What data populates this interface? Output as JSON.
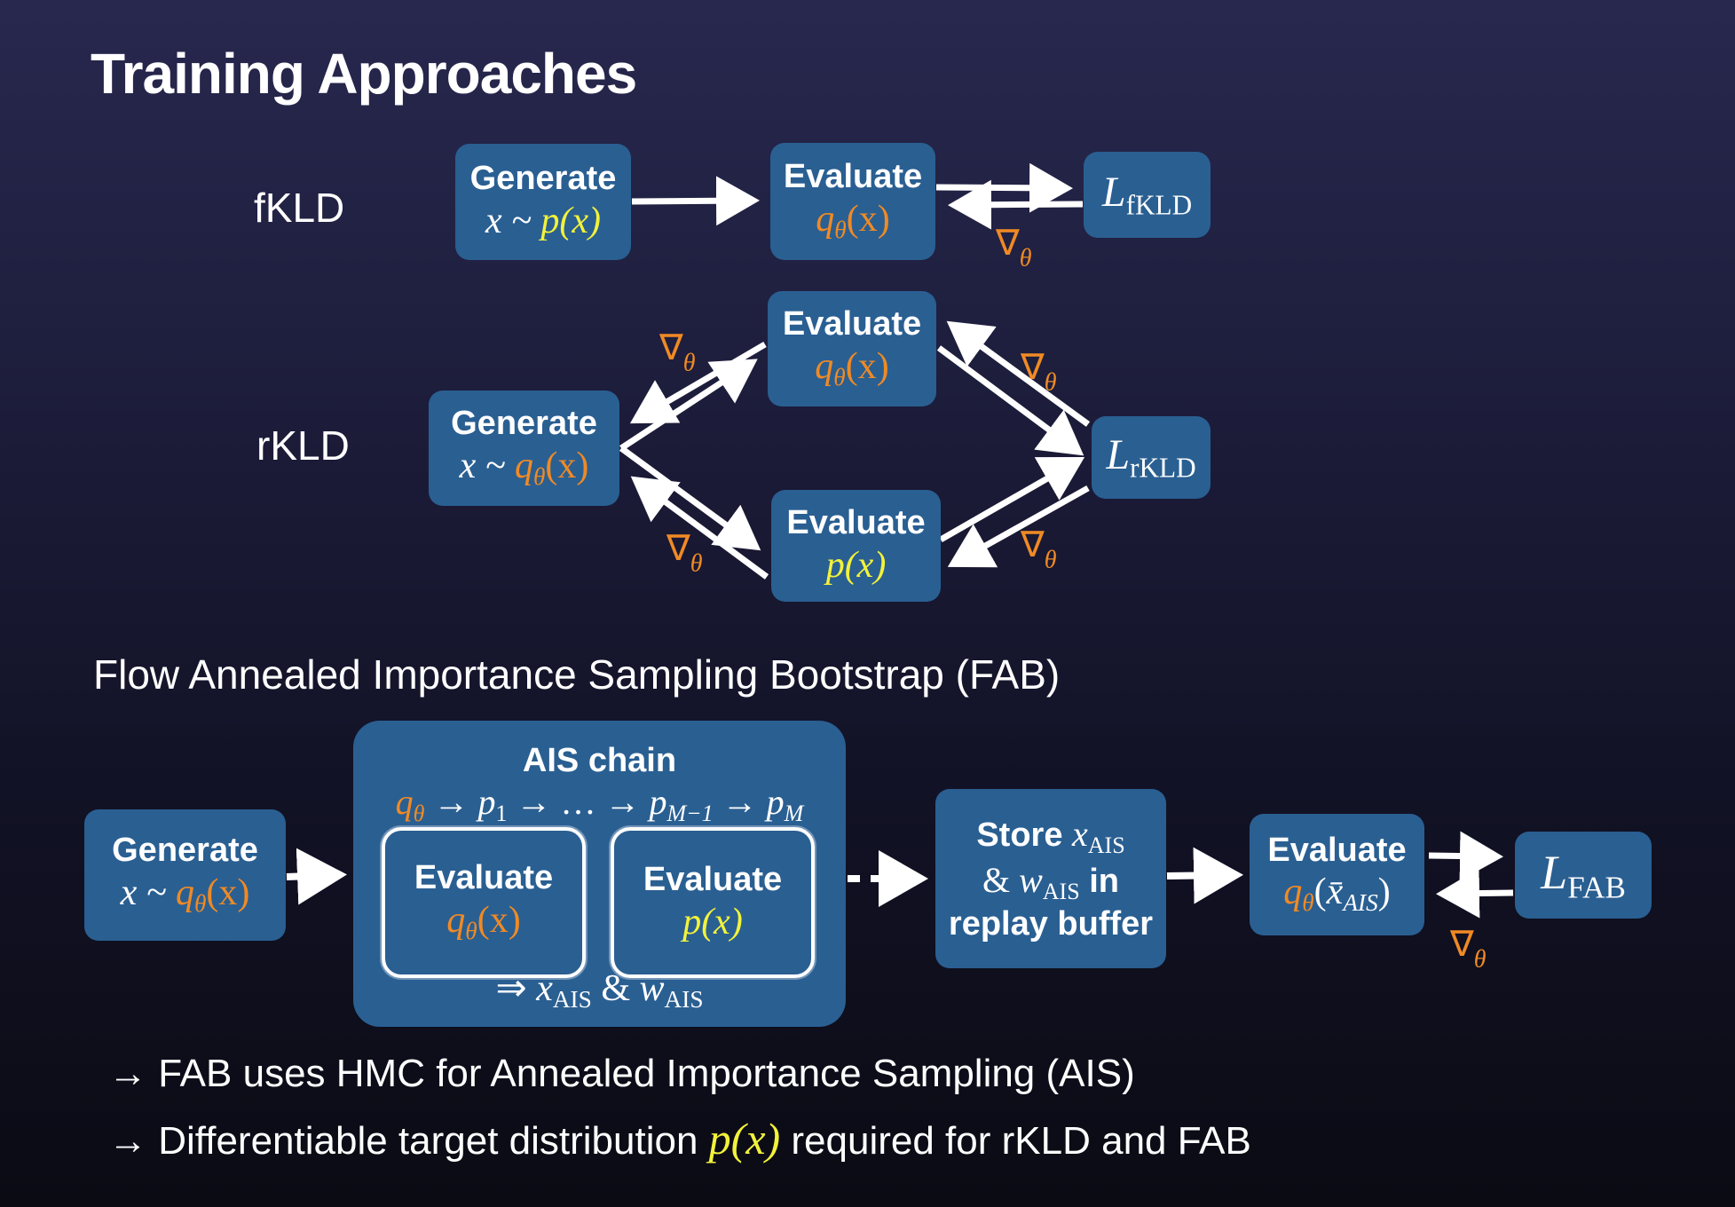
{
  "title": "Training Approaches",
  "fkld": {
    "label": "fKLD",
    "generate": {
      "title": "Generate",
      "expr_prefix": "x ~ ",
      "expr_dist": "p(x)"
    },
    "evaluate": {
      "title": "Evaluate",
      "expr_q": "q",
      "expr_sub": "θ",
      "expr_arg": "(x)"
    },
    "loss": {
      "symbol": "L",
      "subscript": "fKLD"
    },
    "gradient": {
      "symbol": "∇",
      "subscript": "θ"
    }
  },
  "rkld": {
    "label": "rKLD",
    "generate": {
      "title": "Generate",
      "expr_prefix": "x ~ ",
      "expr_q": "q",
      "expr_sub": "θ",
      "expr_arg": "(x)"
    },
    "evaluate_q": {
      "title": "Evaluate",
      "expr_q": "q",
      "expr_sub": "θ",
      "expr_arg": "(x)"
    },
    "evaluate_p": {
      "title": "Evaluate",
      "expr": "p(x)"
    },
    "loss": {
      "symbol": "L",
      "subscript": "rKLD"
    },
    "gradient": {
      "symbol": "∇",
      "subscript": "θ"
    }
  },
  "fab": {
    "heading": "Flow Annealed Importance Sampling Bootstrap (FAB)",
    "generate": {
      "title": "Generate",
      "expr_prefix": "x ~ ",
      "expr_q": "q",
      "expr_sub": "θ",
      "expr_arg": "(x)"
    },
    "ais_chain": {
      "title": "AIS chain",
      "sequence": {
        "q": "q",
        "q_sub": "θ",
        "p1": "p",
        "p1_sub": "1",
        "dots": "…",
        "pm1": "p",
        "pm1_sub": "M−1",
        "pm": "p",
        "pm_sub": "M",
        "arrow": "→"
      },
      "evaluate_q": {
        "title": "Evaluate",
        "expr_q": "q",
        "expr_sub": "θ",
        "expr_arg": "(x)"
      },
      "evaluate_p": {
        "title": "Evaluate",
        "expr": "p(x)"
      },
      "result": {
        "implies": "⇒",
        "x": "x",
        "x_sub": "AIS",
        "amp": "&",
        "w": "w",
        "w_sub": "AIS"
      }
    },
    "store": {
      "line1_prefix": "Store ",
      "x": "x",
      "x_sub": "AIS",
      "amp": "& ",
      "w": "w",
      "w_sub": "AIS",
      "line2_suffix": " in",
      "line3": "replay buffer"
    },
    "evaluate": {
      "title": "Evaluate",
      "expr_q": "q",
      "expr_sub": "θ",
      "expr_open": "(",
      "expr_x": "x̄",
      "expr_xsub": "AIS",
      "expr_close": ")"
    },
    "loss": {
      "symbol": "L",
      "subscript": "FAB"
    },
    "gradient": {
      "symbol": "∇",
      "subscript": "θ"
    }
  },
  "bullets": [
    {
      "arrow": "→",
      "text": "FAB uses HMC for Annealed Importance Sampling (AIS)"
    },
    {
      "arrow": "→",
      "text_before": "Differentiable target distribution ",
      "math": "p(x)",
      "text_after": " required for rKLD and FAB"
    }
  ],
  "colors": {
    "box": "#2a5f92",
    "orange": "#f08a24",
    "yellow": "#f2f23a",
    "arrow": "#ffffff"
  }
}
